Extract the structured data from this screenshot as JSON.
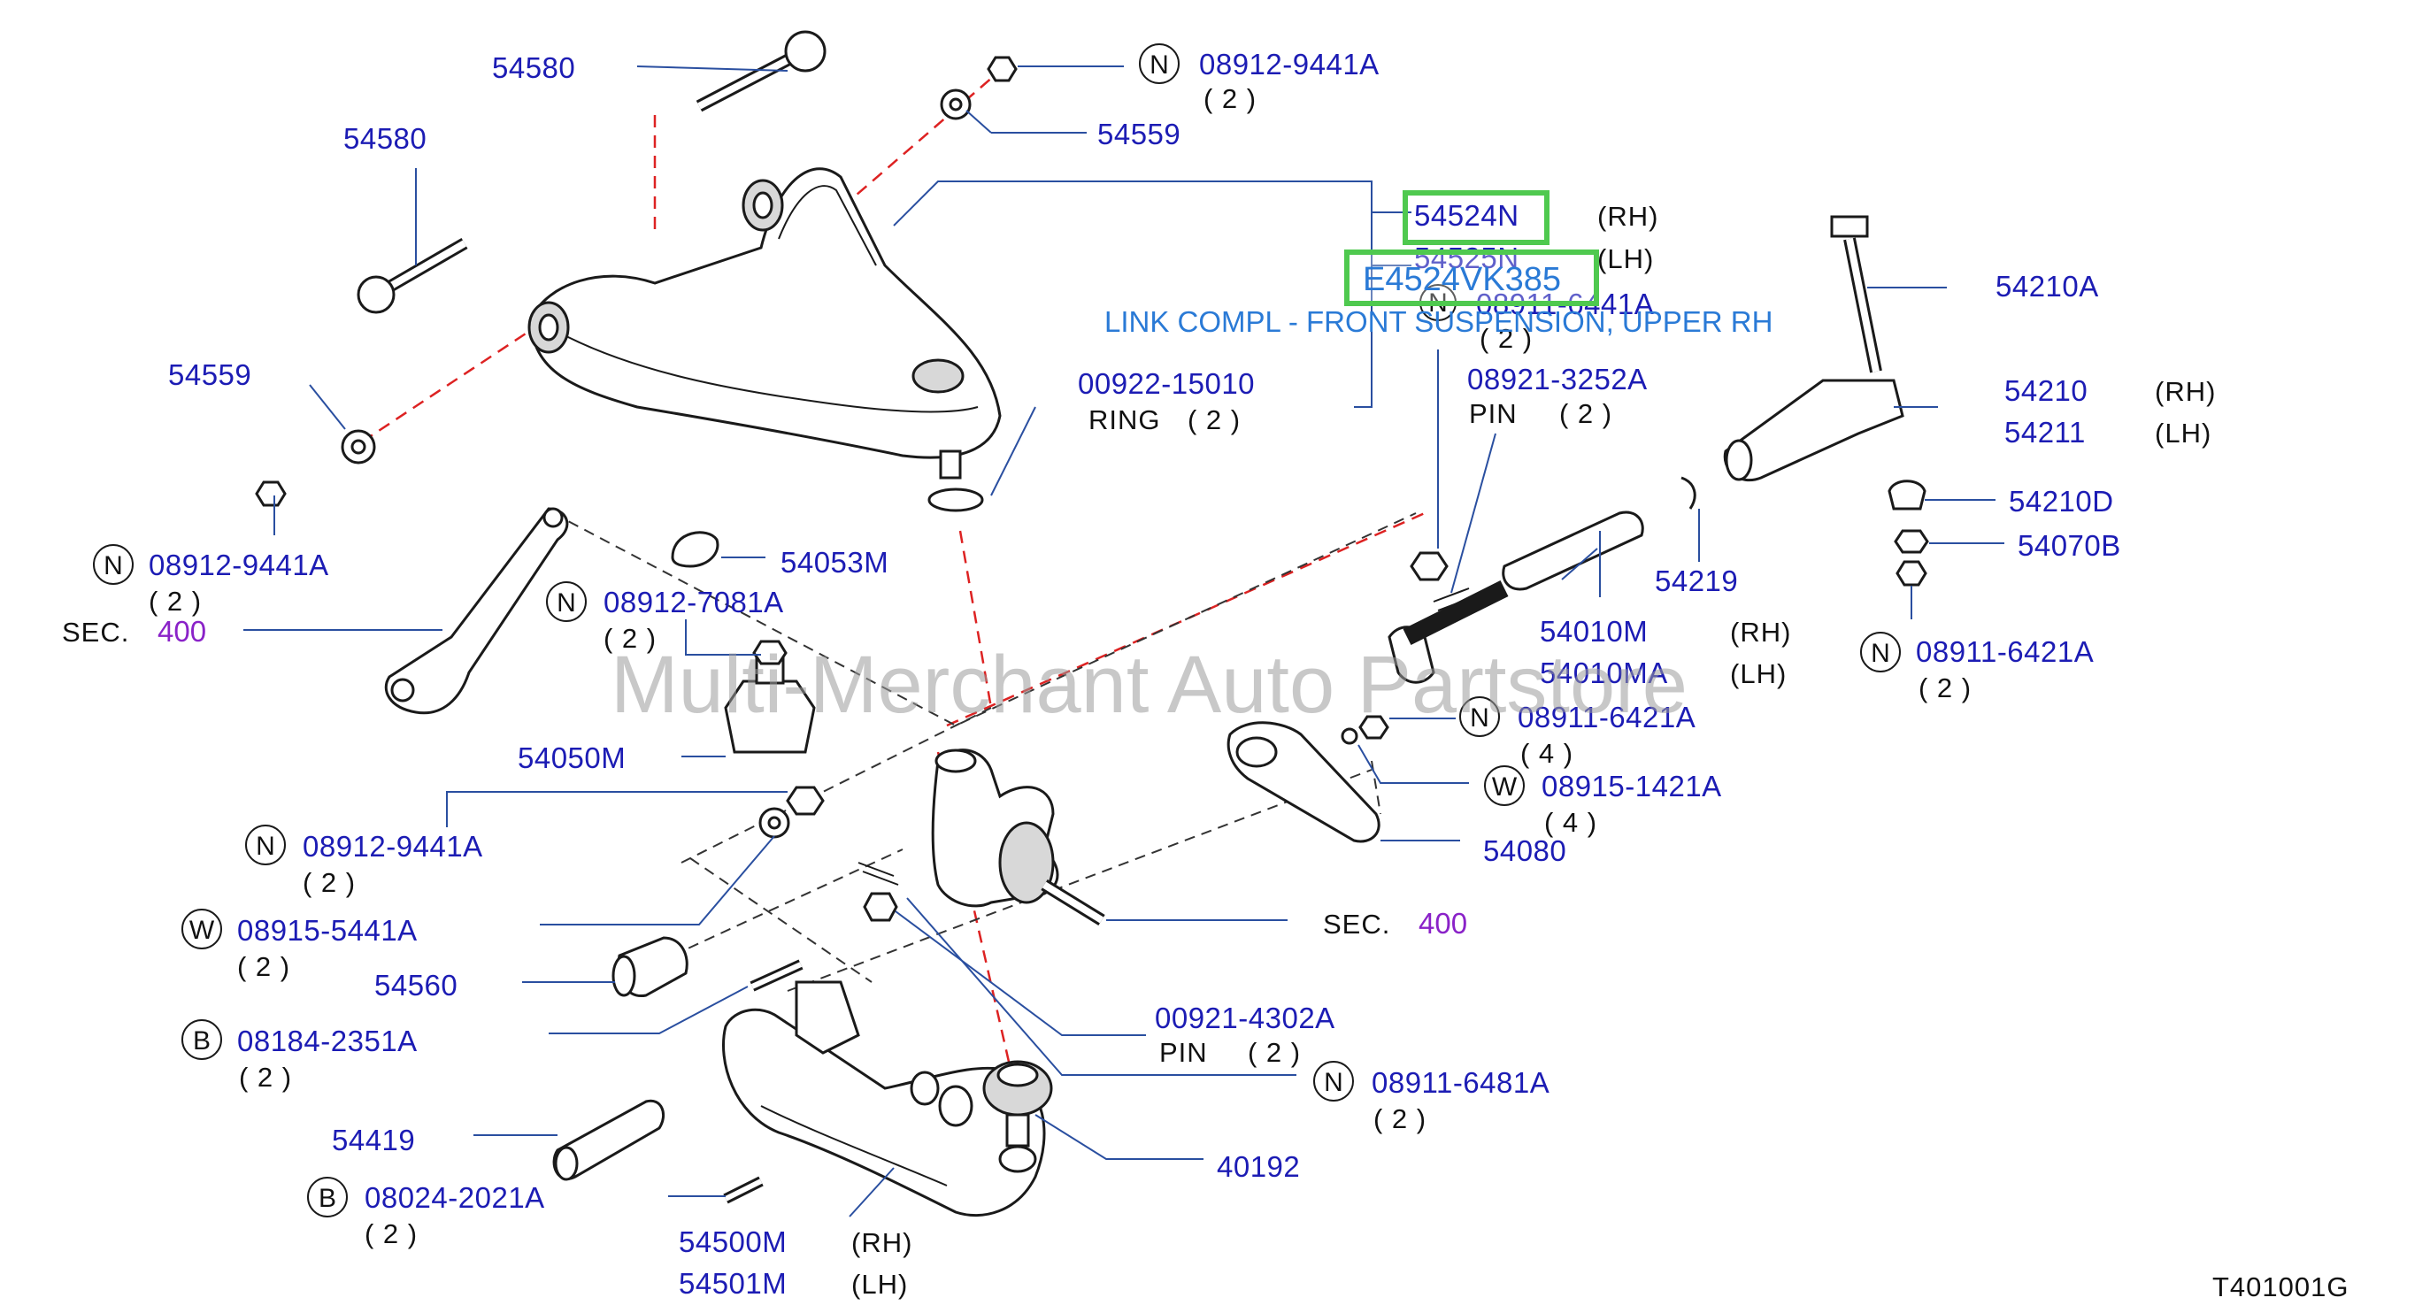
{
  "watermark": "Multi-Merchant Auto Partstore",
  "drawing_number": "T401001G",
  "highlight": {
    "part_code": "E4524VK385",
    "description": "LINK COMPL - FRONT SUSPENSION, UPPER RH"
  },
  "callouts": {
    "p54580_top": "54580",
    "n_08912_9441A_top": {
      "prefix": "N",
      "code": "08912-9441A",
      "qty": "( 2 )"
    },
    "p54559_top": "54559",
    "p54580_left": "54580",
    "p54524N": "54524N",
    "p54524N_side": "(RH)",
    "p54525N": "54525N",
    "p54525N_side": "(LH)",
    "n_08911_6441A": {
      "prefix": "N",
      "code": "08911-6441A",
      "qty": "( 2 )"
    },
    "p54559_left": "54559",
    "p00922_15010": "00922-15010",
    "ring_label": "RING",
    "ring_qty": "( 2 )",
    "p08921_3252A": "08921-3252A",
    "pin_label_1": "PIN",
    "pin_qty_1": "( 2 )",
    "p54210A": "54210A",
    "p54210": "54210",
    "p54210_side": "(RH)",
    "p54211": "54211",
    "p54211_side": "(LH)",
    "p54210D": "54210D",
    "p54070B": "54070B",
    "n_08912_9441A_left": {
      "prefix": "N",
      "code": "08912-9441A",
      "qty": "( 2 )"
    },
    "sec_label_1": "SEC.",
    "sec_num_1": "400",
    "p54053M": "54053M",
    "n_08912_7081A": {
      "prefix": "N",
      "code": "08912-7081A",
      "qty": "( 2 )"
    },
    "p54219": "54219",
    "p54010M": "54010M",
    "p54010M_side": "(RH)",
    "p54010MA": "54010MA",
    "p54010MA_side": "(LH)",
    "n_08911_6421A_right": {
      "prefix": "N",
      "code": "08911-6421A",
      "qty": "( 2 )"
    },
    "n_08911_6421A_mid": {
      "prefix": "N",
      "code": "08911-6421A",
      "qty": "( 4 )"
    },
    "p54050M": "54050M",
    "w_08915_1421A": {
      "prefix": "W",
      "code": "08915-1421A",
      "qty": "( 4 )"
    },
    "n_08912_9441A_low": {
      "prefix": "N",
      "code": "08912-9441A",
      "qty": "( 2 )"
    },
    "p54080": "54080",
    "w_08915_5441A": {
      "prefix": "W",
      "code": "08915-5441A",
      "qty": "( 2 )"
    },
    "sec_label_2": "SEC.",
    "sec_num_2": "400",
    "p54560": "54560",
    "b_08184_2351A": {
      "prefix": "B",
      "code": "08184-2351A",
      "qty": "( 2 )"
    },
    "p00921_4302A": "00921-4302A",
    "pin_label_2": "PIN",
    "pin_qty_2": "( 2 )",
    "n_08911_6481A": {
      "prefix": "N",
      "code": "08911-6481A",
      "qty": "( 2 )"
    },
    "p54419": "54419",
    "p40192": "40192",
    "b_08024_2021A": {
      "prefix": "B",
      "code": "08024-2021A",
      "qty": "( 2 )"
    },
    "p54500M": "54500M",
    "p54500M_side": "(RH)",
    "p54501M": "54501M",
    "p54501M_side": "(LH)"
  }
}
